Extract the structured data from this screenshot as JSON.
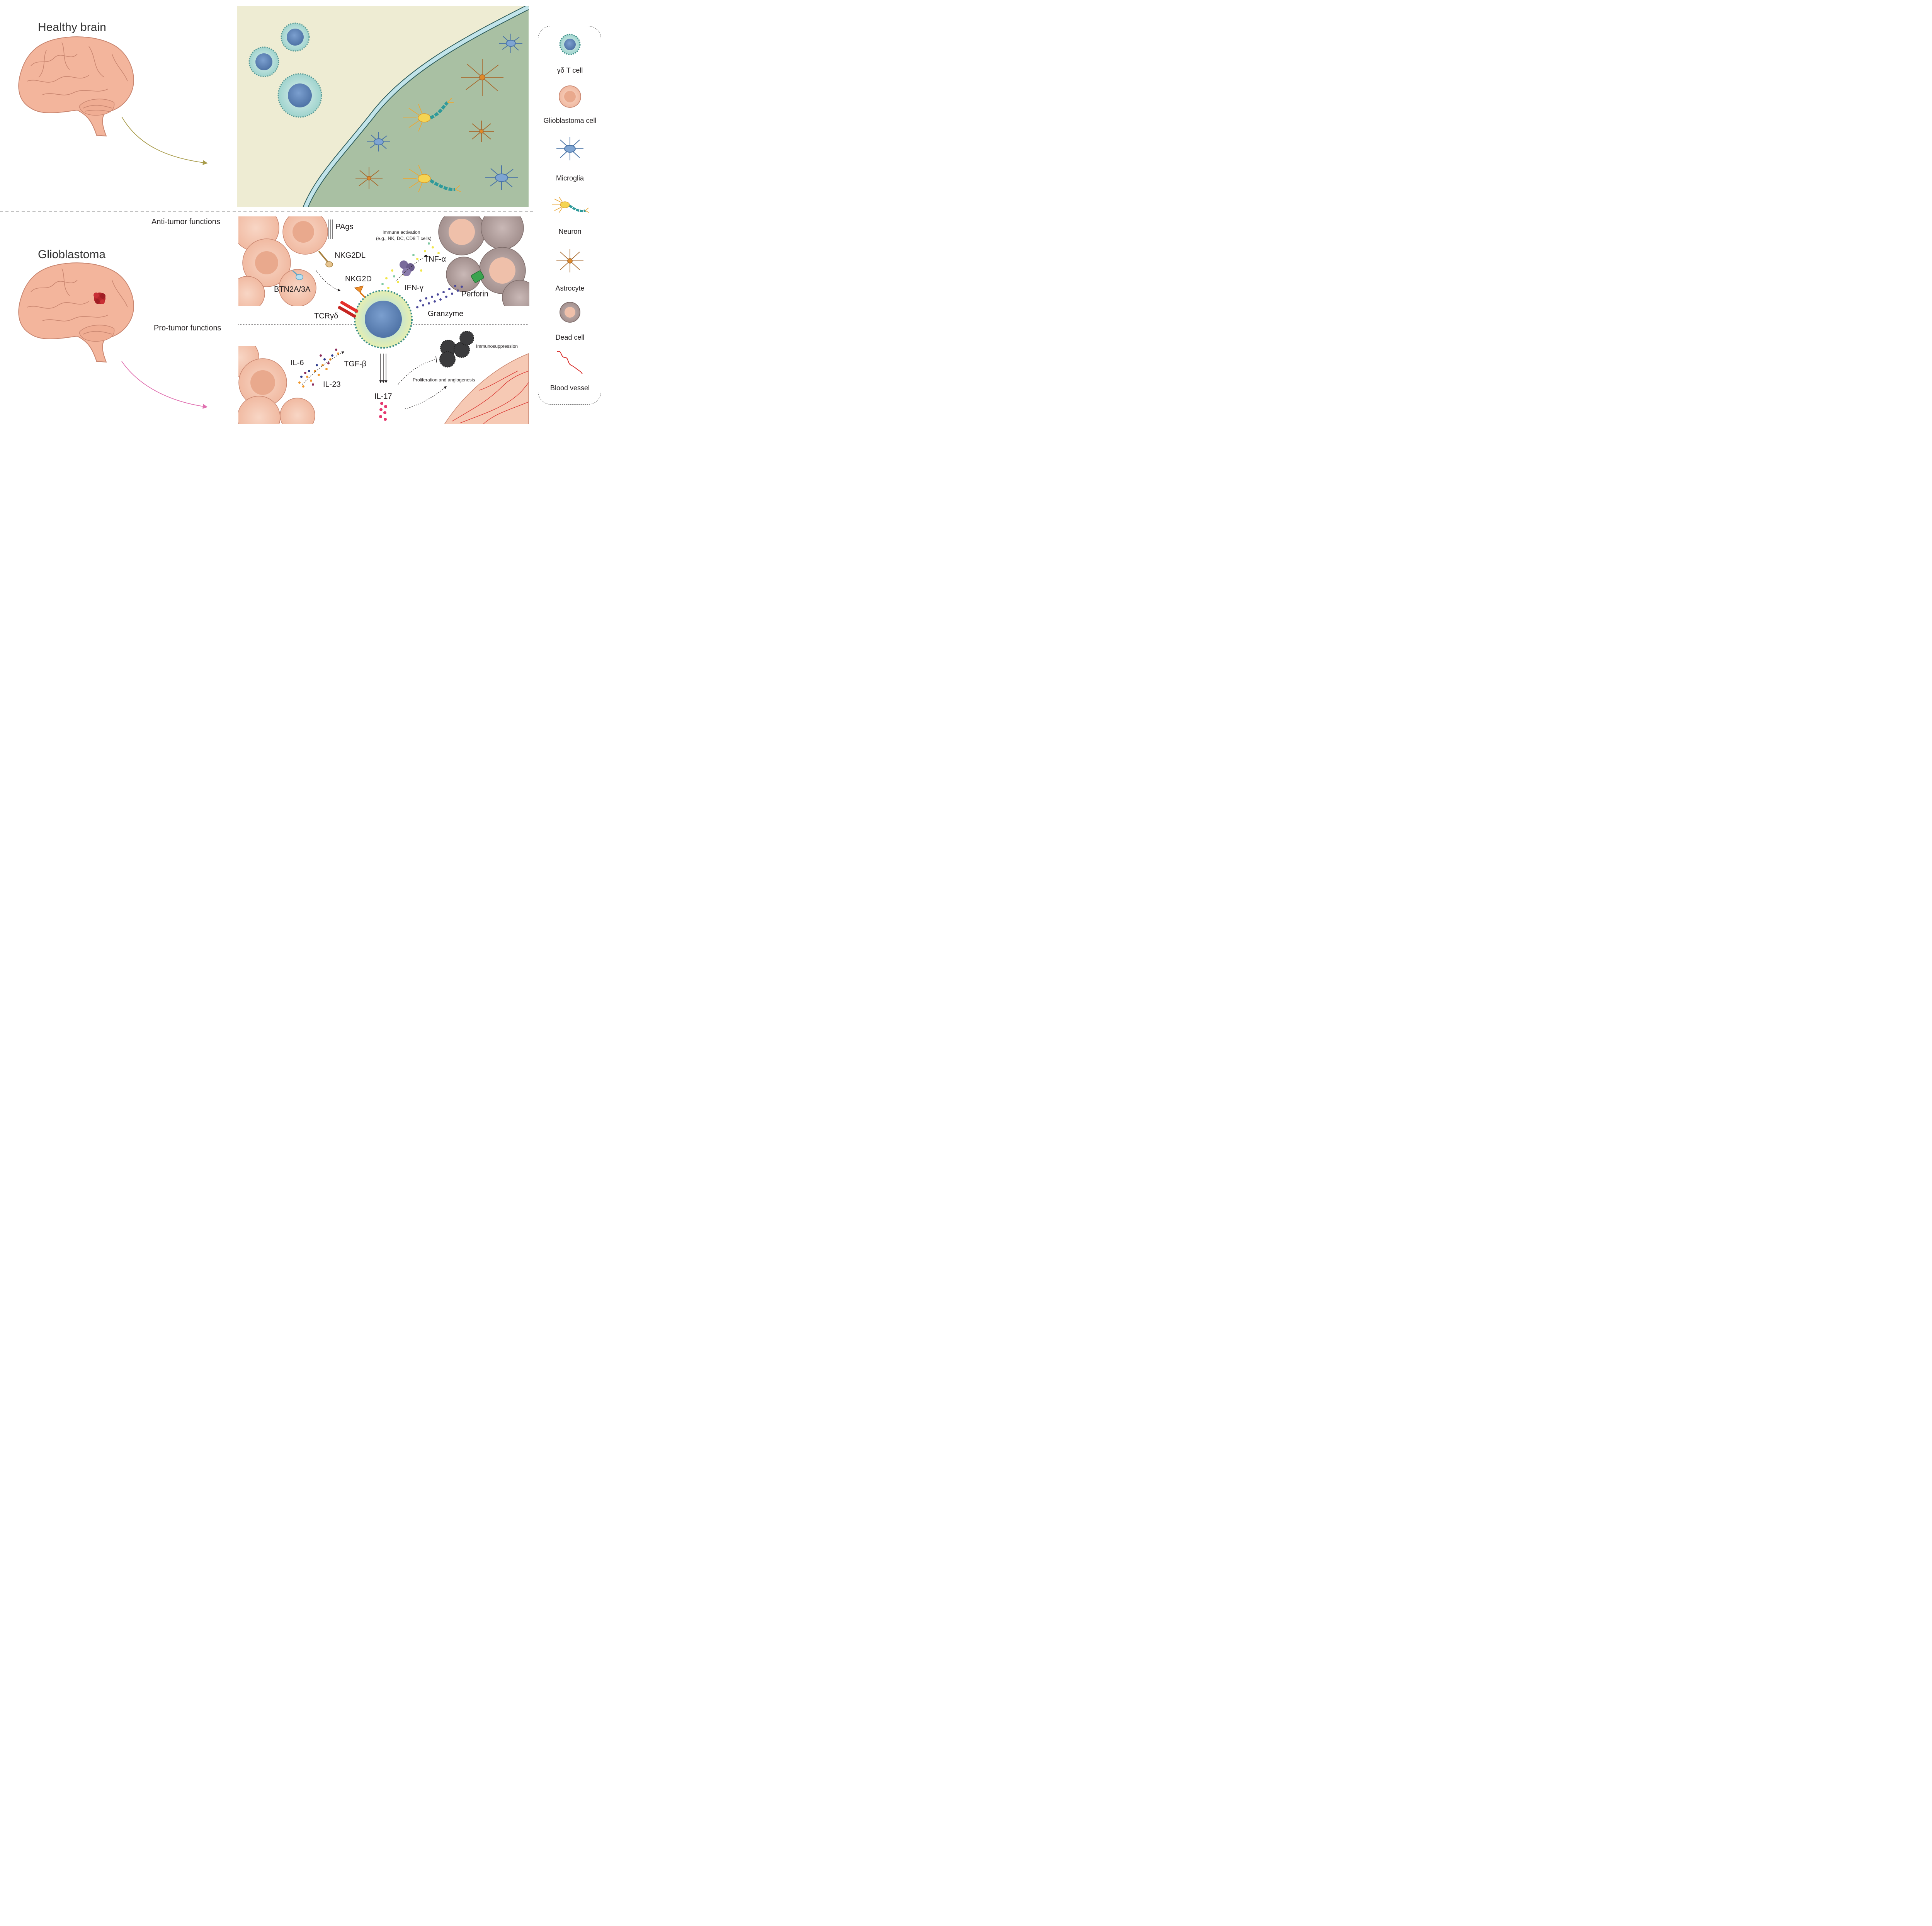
{
  "sections": {
    "healthy": {
      "title": "Healthy brain"
    },
    "glioblastoma": {
      "title": "Glioblastoma"
    }
  },
  "functions": {
    "anti": "Anti-tumor functions",
    "pro": "Pro-tumor functions"
  },
  "molecules": {
    "pags": "PAgs",
    "nkg2dl": "NKG2DL",
    "btn": "BTN2A/3A",
    "nkg2d": "NKG2D",
    "tcr": "TCRγδ",
    "tnf": "TNF-α",
    "ifn": "IFN-γ",
    "perforin": "Perforin",
    "granzyme": "Granzyme",
    "il6": "IL-6",
    "tgfb": "TGF-β",
    "il23": "IL-23",
    "il17": "IL-17"
  },
  "annotations": {
    "immune_activation_1": "Immune activation",
    "immune_activation_2": "(e.g., NK, DC, CD8 T cells)",
    "immunosuppression": "Immunosuppression",
    "proliferation": "Proliferation and angiogenesis"
  },
  "legend": [
    {
      "label": "γδ T cell",
      "icon": "gamma-delta-t-cell-icon"
    },
    {
      "label": "Glioblastoma cell",
      "icon": "glioblastoma-cell-icon"
    },
    {
      "label": "Microglia",
      "icon": "microglia-icon"
    },
    {
      "label": "Neuron",
      "icon": "neuron-icon"
    },
    {
      "label": "Astrocyte",
      "icon": "astrocyte-icon"
    },
    {
      "label": "Dead cell",
      "icon": "dead-cell-icon"
    },
    {
      "label": "Blood vessel",
      "icon": "blood-vessel-icon"
    }
  ],
  "colors": {
    "brain": "#f3b59c",
    "tcell_nucleus": "#6a8fc0",
    "tcell_body": "#bfe0dd",
    "tumor_cell": "#f6c9b4",
    "dead_cell": "#b9a8a6",
    "healthy_arrow": "#a89b4a",
    "tumor_arrow": "#e070b0",
    "vessel_wall": "#c2e4ea",
    "brain_tissue": "#a9c0a3",
    "blood_side": "#eeecd3"
  }
}
